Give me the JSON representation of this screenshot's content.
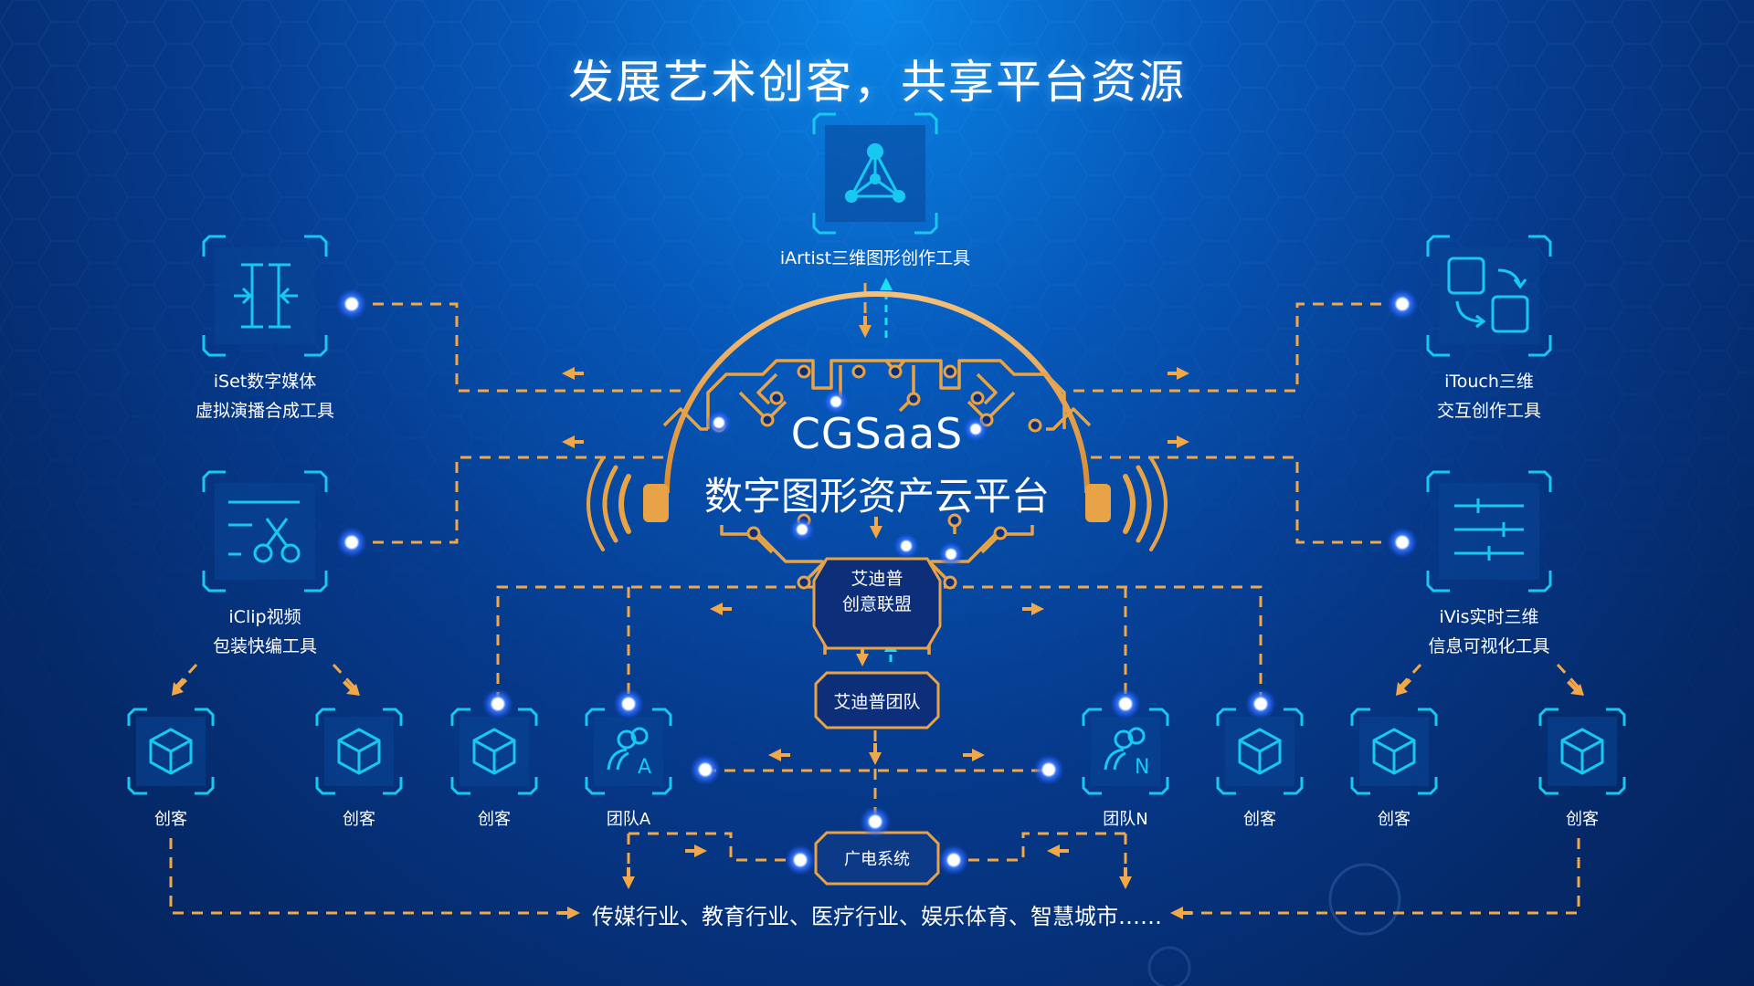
{
  "title": "发展艺术创客，共享平台资源",
  "center": {
    "name": "CGSaaS",
    "subtitle": "数字图形资产云平台",
    "alliance": [
      "艾迪普",
      "创意联盟"
    ],
    "team": "艾迪普团队",
    "broadcast": "广电系统"
  },
  "tools": {
    "iartist": "iArtist三维图形创作工具",
    "iset": [
      "iSet数字媒体",
      "虚拟演播合成工具"
    ],
    "iclip": [
      "iClip视频",
      "包装快编工具"
    ],
    "itouch": [
      "iTouch三维",
      "交互创作工具"
    ],
    "ivis": [
      "iVis实时三维",
      "信息可视化工具"
    ]
  },
  "nodes": [
    "创客",
    "创客",
    "创客",
    "团队A",
    "团队N",
    "创客",
    "创客",
    "创客"
  ],
  "industries": "传媒行业、教育行业、医疗行业、娱乐体育、智慧城市……",
  "colors": {
    "background": "#063a8c",
    "accent_cyan": "#18c8f0",
    "accent_gold": "#e8a347",
    "dashed_line": "#f0a848",
    "dot_glow": "#2e6bff"
  }
}
